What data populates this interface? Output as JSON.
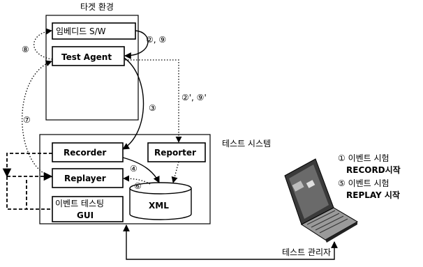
{
  "target_env": {
    "title": "타겟 환경",
    "embedded_sw": "임베디드 S/W",
    "test_agent": "Test Agent"
  },
  "test_system": {
    "title": "테스트 시스템",
    "recorder": "Recorder",
    "replayer": "Replayer",
    "reporter": "Reporter",
    "gui_line1": "이벤트 테스팅",
    "gui_line2": "GUI",
    "xml": "XML"
  },
  "step_labels": {
    "s2_9": "②, ⑨",
    "s8": "⑧",
    "s3": "③",
    "s2p_9p": "②', ⑨'",
    "s7": "⑦",
    "s4": "④",
    "s6": "⑥"
  },
  "tester": {
    "title": "테스트 관리자",
    "legend1_line1": "① 이벤트 시험",
    "legend1_line2": "RECORD시작",
    "legend5_line1": "⑤ 이벤트 시험",
    "legend5_line2": "REPLAY 시작"
  }
}
